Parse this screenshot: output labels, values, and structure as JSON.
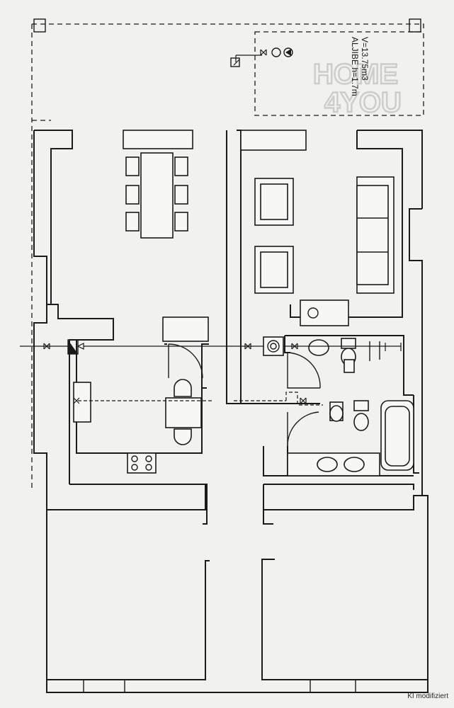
{
  "tank": {
    "line1": "ALJIBE h=1.7m",
    "line2": "V=13.75m3"
  },
  "watermark": {
    "line1": "HOME",
    "line2": "4YOU"
  },
  "credit": "KI modifiziert"
}
